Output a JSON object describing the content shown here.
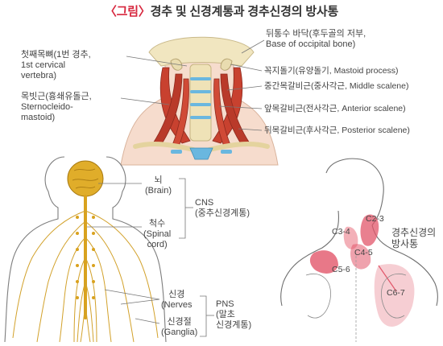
{
  "title": {
    "prefix": "〈그림〉",
    "text": "경추 및 신경계통과 경추신경의 방사통"
  },
  "neck_labels": {
    "first_vertebra": [
      "첫째목뼈(1번 경추,",
      "1st cervical",
      "vertebra)"
    ],
    "sternocleidomastoid": [
      "목빗근(흉쇄유돌근,",
      "Sternocleido-",
      "mastoid)"
    ],
    "occipital_base": [
      "뒤통수 바닥(후두골의 저부,",
      "Base of occipital bone)"
    ],
    "mastoid": "꼭지돌기(유양돌기, Mastoid process)",
    "middle_scalene": "중간목갈비근(중사각근, Middle scalene)",
    "anterior_scalene": "앞목갈비근(전사각근, Anterior scalene)",
    "posterior_scalene": "뒤목갈비근(후사각근, Posterior scalene)"
  },
  "nervous_labels": {
    "brain": [
      "뇌",
      "(Brain)"
    ],
    "spinal_cord": [
      "척수",
      "(Spinal",
      "cord)"
    ],
    "cns": [
      "CNS",
      "(중추신경계통)"
    ],
    "nerves": [
      "신경",
      "(Nerves"
    ],
    "ganglia": [
      "신경절",
      "(Ganglia)"
    ],
    "pns": [
      "PNS",
      "(말초",
      "신경계통)"
    ]
  },
  "radiating_labels": {
    "title": [
      "경추신경의",
      "방사통"
    ],
    "c2_3": "C2-3",
    "c3_4": "C3-4",
    "c4_5": "C4-5",
    "c5_6": "C5-6",
    "c6_7": "C6-7"
  },
  "colors": {
    "title_accent": "#d7263d",
    "muscle": "#c8412f",
    "bone": "#f1e6c0",
    "cartilage": "#6ab7df",
    "skin": "#f6dccd",
    "brain": "#e0ad2a",
    "pain": "#e2566a",
    "outline": "#6f6f6f"
  }
}
